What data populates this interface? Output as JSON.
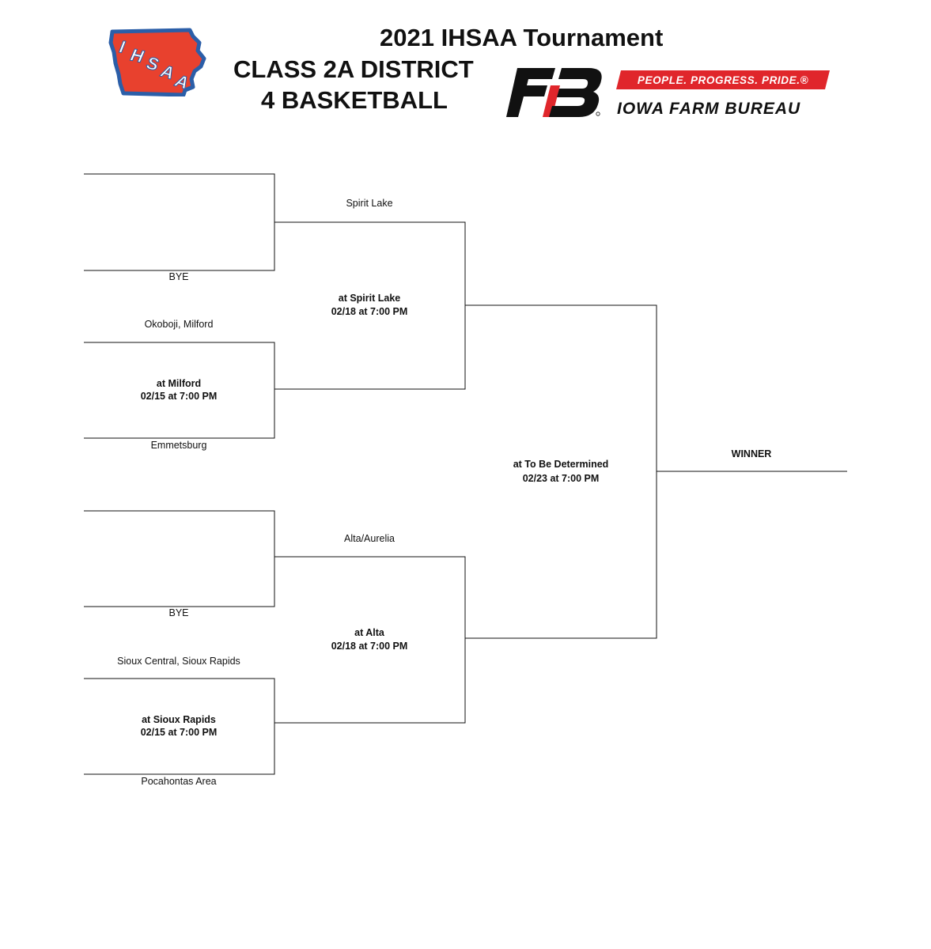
{
  "header": {
    "line1": "2021 IHSAA Tournament",
    "line2": "CLASS 2A DISTRICT",
    "line3": "4 BASKETBALL"
  },
  "logos": {
    "ihsaa_text": "IHSAA",
    "ihsaa_colors": {
      "fill": "#e8412e",
      "outline": "#2b5ea8"
    },
    "farm_bureau_tagline": "PEOPLE. PROGRESS. PRIDE.®",
    "farm_bureau_name": "IOWA FARM BUREAU",
    "farm_bureau_colors": {
      "red": "#e0262b",
      "black": "#111111"
    }
  },
  "round1": {
    "slots": [
      {
        "team": ""
      },
      {
        "team": "BYE"
      },
      {
        "team": "Okoboji, Milford"
      },
      {
        "team": "Emmetsburg"
      },
      {
        "team": ""
      },
      {
        "team": "BYE"
      },
      {
        "team": "Sioux Central, Sioux Rapids"
      },
      {
        "team": "Pocahontas Area"
      }
    ],
    "games": [
      {
        "site": "at Milford",
        "time": "02/15 at 7:00 PM"
      },
      {
        "site": "at Sioux Rapids",
        "time": "02/15 at 7:00 PM"
      }
    ]
  },
  "round2": {
    "slots": [
      {
        "team": "Spirit Lake"
      },
      {
        "team": "Alta/Aurelia"
      }
    ],
    "games": [
      {
        "site": "at Spirit Lake",
        "time": "02/18 at 7:00 PM"
      },
      {
        "site": "at Alta",
        "time": "02/18 at 7:00 PM"
      }
    ]
  },
  "final": {
    "site": "at To Be Determined",
    "time": "02/23 at 7:00 PM",
    "winner_label": "WINNER"
  }
}
